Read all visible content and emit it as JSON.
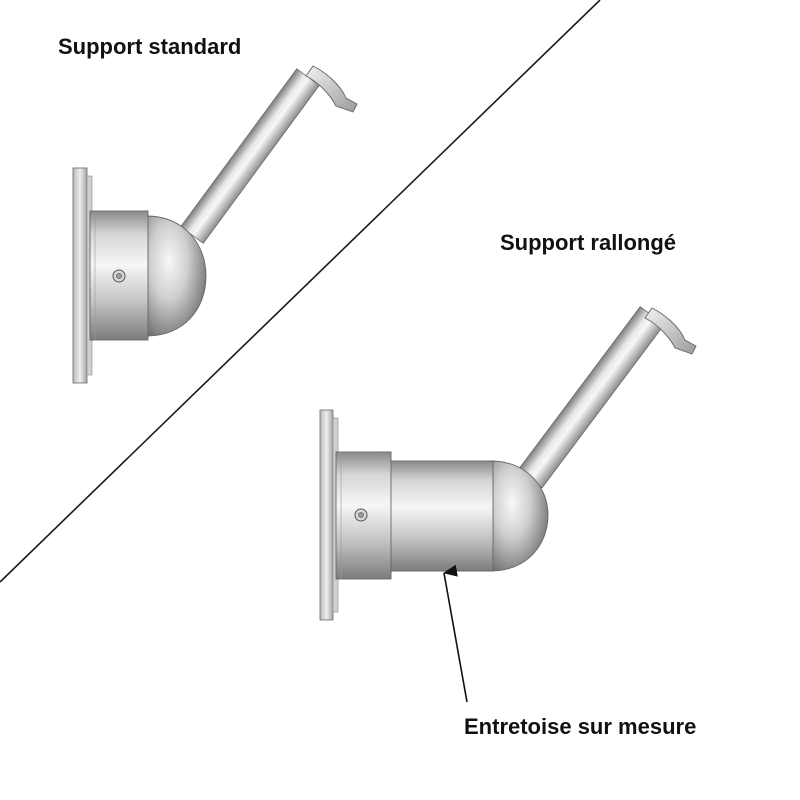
{
  "labels": {
    "standard": "Support standard",
    "extended": "Support rallongé",
    "spacer": "Entretoise sur mesure"
  },
  "colors": {
    "text": "#111111",
    "divider": "#1a1a1a",
    "metal_light": "#f4f4f4",
    "metal_mid": "#c2c2c2",
    "metal_dark": "#7a7a7a",
    "edge": "#555555"
  },
  "icons": {
    "standard_bracket": "handrail-bracket-icon",
    "extended_bracket": "extended-handrail-bracket-icon",
    "pointer": "arrow-icon"
  }
}
